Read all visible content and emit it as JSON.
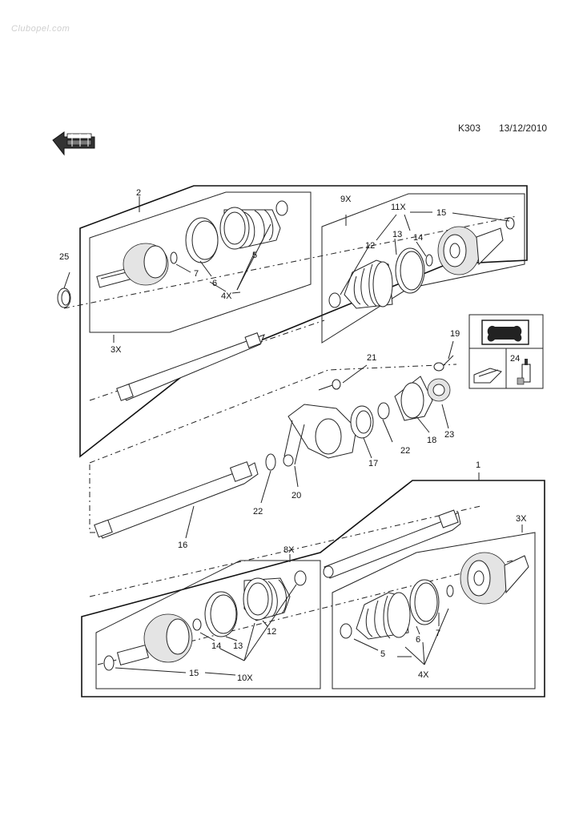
{
  "header": {
    "page_code": "K303",
    "date": "13/12/2010",
    "watermark": "Clubopel.com"
  },
  "callouts": {
    "c1": "1",
    "c2": "2",
    "c3x_top": "3X",
    "c3x_bottom": "3X",
    "c4x_top": "4X",
    "c4x_bottom": "4X",
    "c5_top": "5",
    "c5_bottom": "5",
    "c6_top": "6",
    "c6_bottom": "6",
    "c7_top": "7",
    "c7_bottom": "7",
    "c8x": "8X",
    "c9x": "9X",
    "c10x": "10X",
    "c11x": "11X",
    "c12_top": "12",
    "c12_bottom": "12",
    "c13_top": "13",
    "c13_bottom": "13",
    "c14_top": "14",
    "c14_bottom": "14",
    "c15_top": "15",
    "c15_bottom": "15",
    "c16": "16",
    "c17": "17",
    "c18": "18",
    "c19": "19",
    "c20": "20",
    "c21": "21",
    "c22_a": "22",
    "c22_b": "22",
    "c23": "23",
    "c24": "24",
    "c25": "25"
  },
  "icons": {
    "nav": "left-arrow-icon",
    "tool": "wrench-icon",
    "lube": "grease-icon"
  }
}
